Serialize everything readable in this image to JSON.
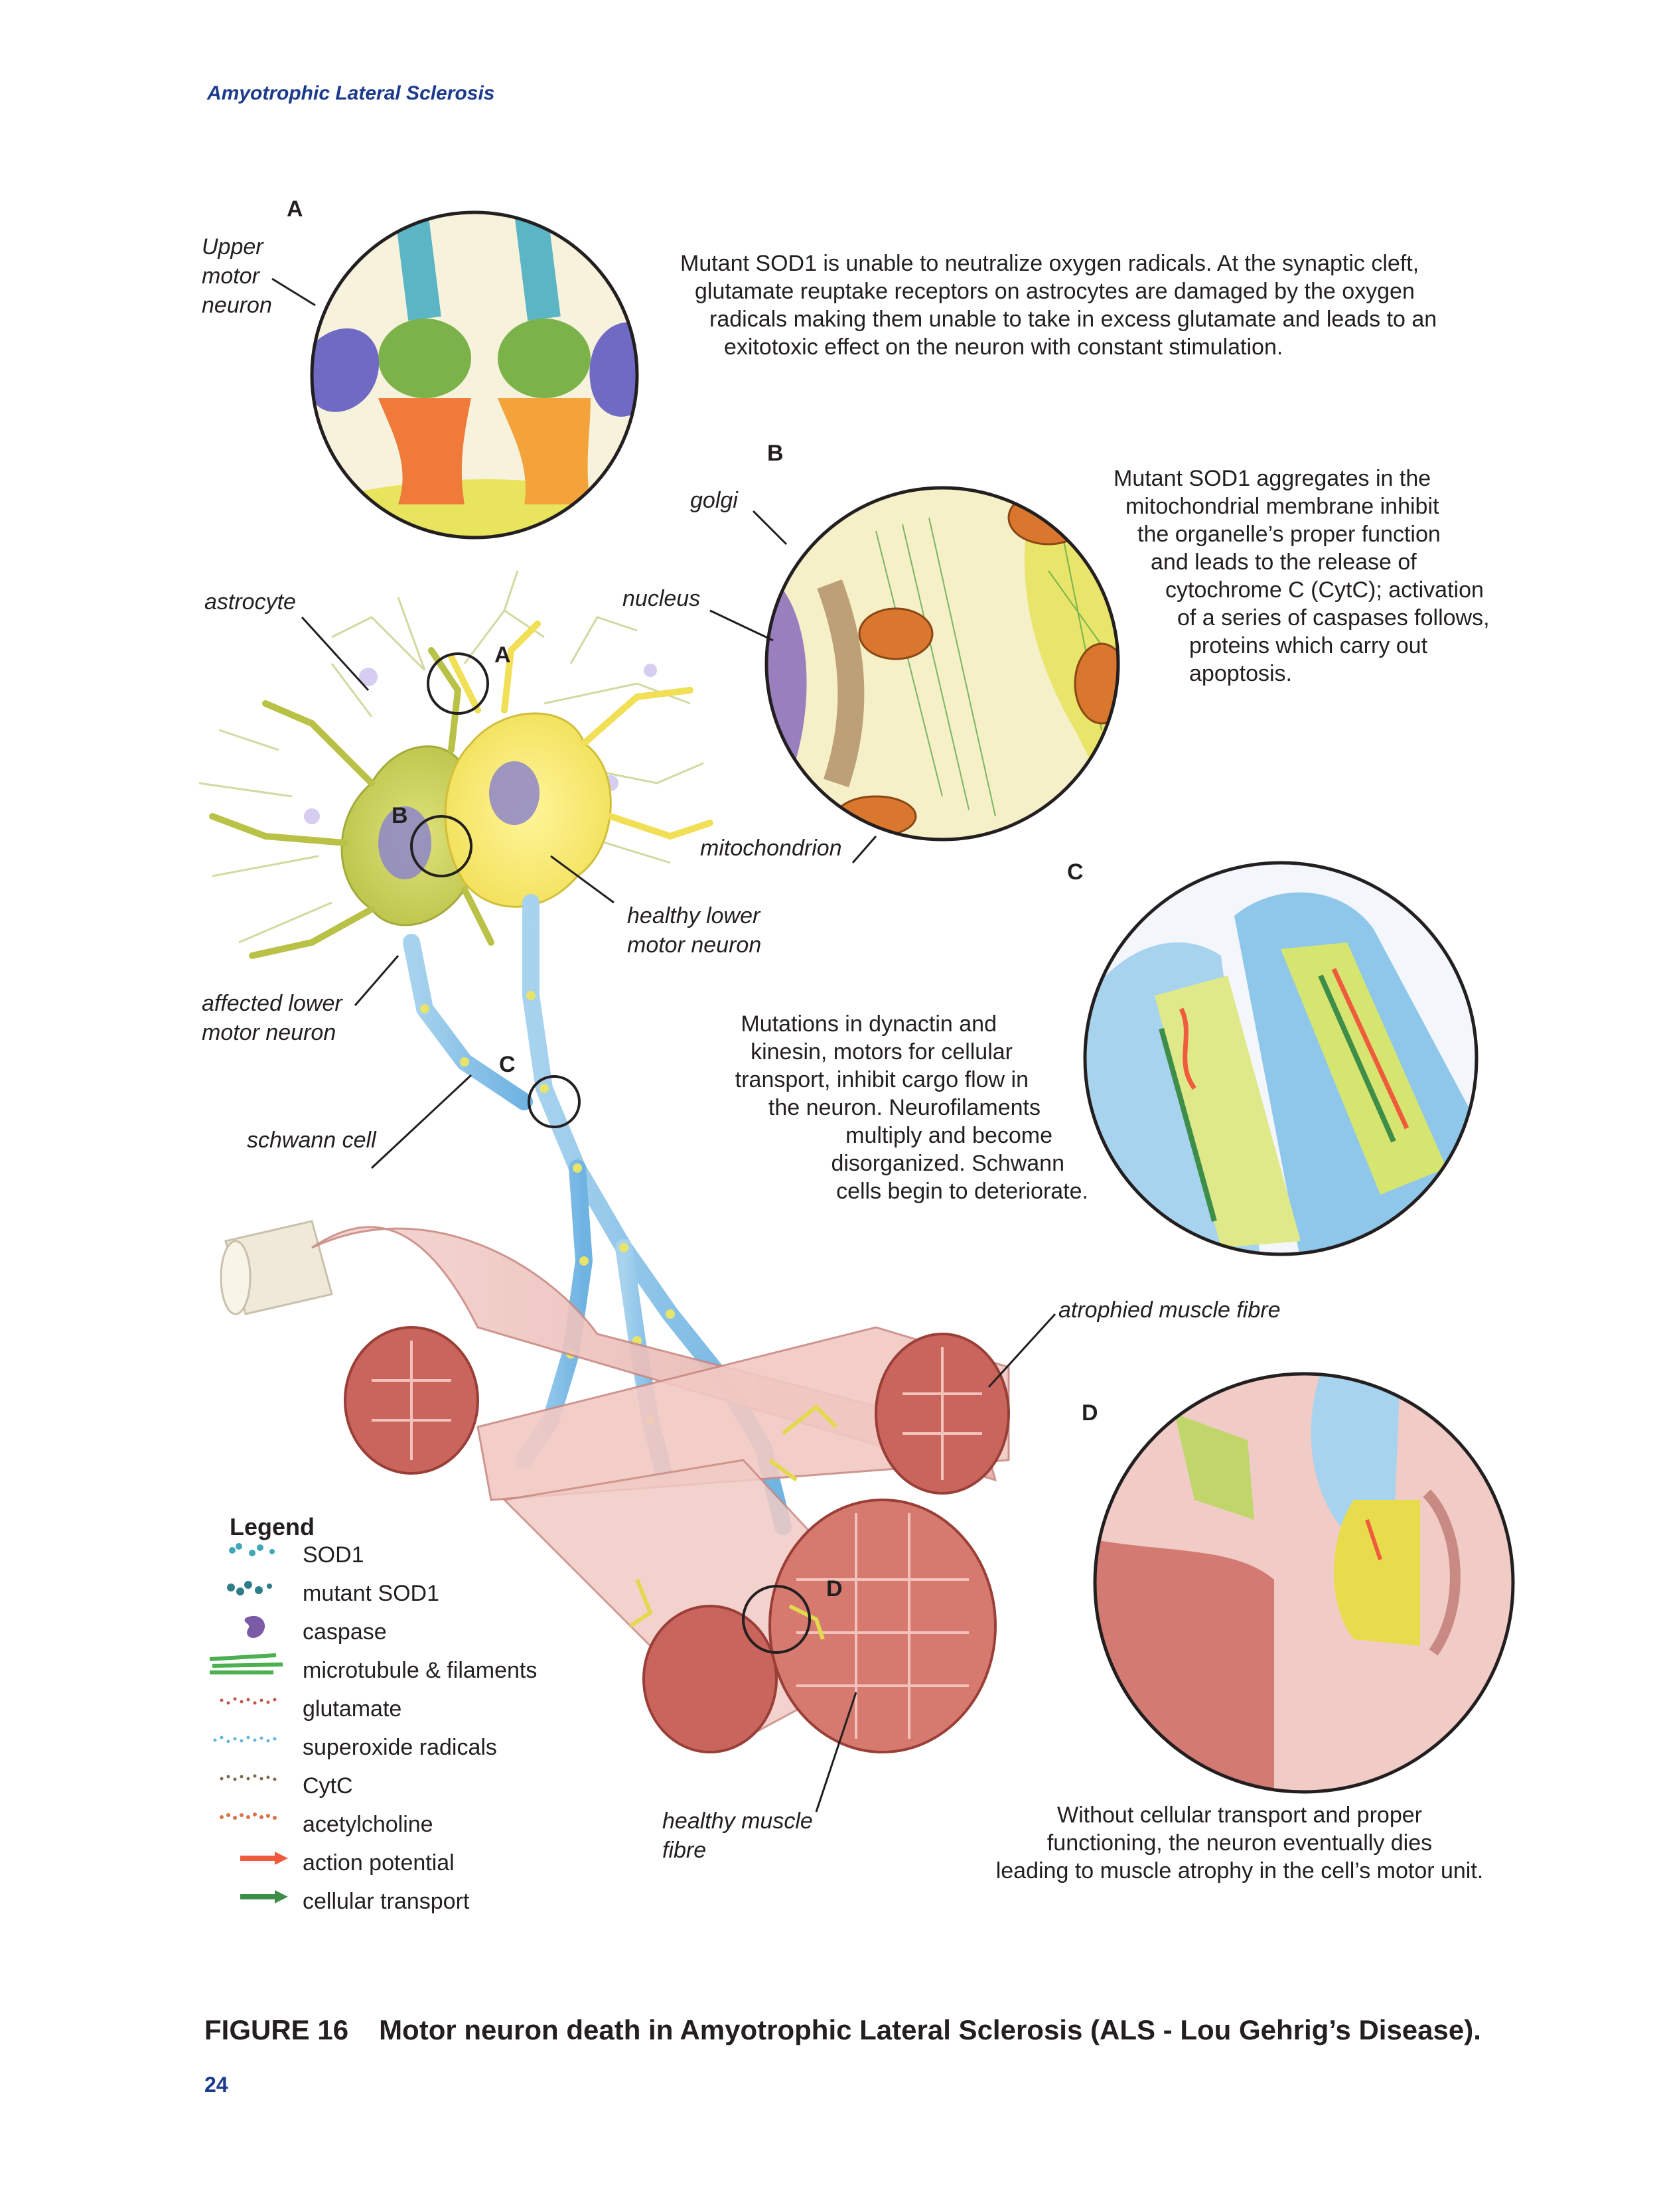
{
  "header": {
    "running_title": "Amyotrophic Lateral Sclerosis"
  },
  "panels": {
    "a": {
      "letter": "A",
      "label_upper_motor_neuron": [
        "Upper",
        "motor",
        "neuron"
      ],
      "description": [
        "Mutant SOD1 is unable to neutralize oxygen radicals. At the synaptic cleft,",
        "glutamate reuptake receptors on astrocytes are damaged by the oxygen",
        "radicals making them unable to take in excess glutamate and leads to an",
        "exitotoxic effect on the neuron with constant stimulation."
      ]
    },
    "b": {
      "letter": "B",
      "label_golgi": "golgi",
      "label_nucleus": "nucleus",
      "label_mitochondrion": "mitochondrion",
      "description": [
        "Mutant SOD1 aggregates in the",
        "mitochondrial membrane inhibit",
        "the organelle’s proper function",
        "and leads to the release of",
        "cytochrome C (CytC); activation",
        "of a series of caspases follows,",
        "proteins which carry out",
        "apoptosis."
      ]
    },
    "c": {
      "letter": "C",
      "description": [
        "Mutations in dynactin and",
        "kinesin, motors for cellular",
        "transport, inhibit cargo flow in",
        "the neuron. Neurofilaments",
        "multiply and become",
        "disorganized. Schwann",
        "cells begin to deteriorate."
      ]
    },
    "d": {
      "letter": "D",
      "description": [
        "Without cellular transport and proper",
        "functioning, the neuron eventually dies",
        "leading to muscle atrophy in the cell’s motor unit."
      ]
    }
  },
  "main_labels": {
    "astrocyte": "astrocyte",
    "affected_lower_motor_neuron": [
      "affected lower",
      "motor neuron"
    ],
    "healthy_lower_motor_neuron": [
      "healthy lower",
      "motor neuron"
    ],
    "schwann_cell": "schwann cell",
    "atrophied_muscle_fibre": "atrophied muscle fibre",
    "healthy_muscle_fibre": [
      "healthy muscle",
      "fibre"
    ],
    "marker_a": "A",
    "marker_b": "B",
    "marker_c": "C",
    "marker_d": "D"
  },
  "legend": {
    "title": "Legend",
    "items": [
      {
        "label": "SOD1",
        "icon": "sod1-icon",
        "color": "#3fa7b5"
      },
      {
        "label": "mutant SOD1",
        "icon": "mutant-sod1-icon",
        "color": "#2f7d86"
      },
      {
        "label": "caspase",
        "icon": "caspase-icon",
        "color": "#7b5aa6"
      },
      {
        "label": "microtubule & filaments",
        "icon": "microtubule-icon",
        "color": "#4caf50"
      },
      {
        "label": "glutamate",
        "icon": "glutamate-icon",
        "color": "#c0574a"
      },
      {
        "label": "superoxide radicals",
        "icon": "superoxide-icon",
        "color": "#5fb8d6"
      },
      {
        "label": "CytC",
        "icon": "cytc-icon",
        "color": "#7a6a4a"
      },
      {
        "label": "acetylcholine",
        "icon": "acetylcholine-icon",
        "color": "#d9734a"
      },
      {
        "label": "action potential",
        "icon": "red-arrow-icon",
        "color": "#ef5b3c"
      },
      {
        "label": "cellular transport",
        "icon": "green-arrow-icon",
        "color": "#3e8e4a"
      }
    ]
  },
  "caption": {
    "figure_number": "FIGURE 16",
    "title": "Motor neuron death in Amyotrophic Lateral Sclerosis (ALS - Lou Gehrig’s Disease)."
  },
  "page_number": "24"
}
